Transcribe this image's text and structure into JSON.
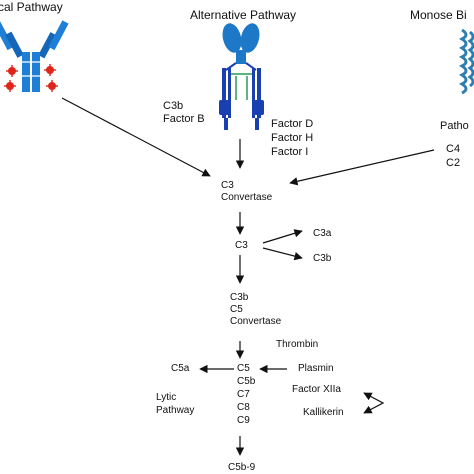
{
  "pathways": {
    "classical": "cal Pathway",
    "alternative": "Alternative Pathway",
    "lectin": "Monose Bi"
  },
  "alternative_inputs": {
    "left": [
      "C3b",
      "Factor B"
    ],
    "right": [
      "Factor D",
      "Factor H",
      "Factor I"
    ]
  },
  "lectin_inputs": {
    "partial": "Patho",
    "items": [
      "C4",
      "C2"
    ]
  },
  "nodes": {
    "c3_convertase": [
      "C3",
      "Convertase"
    ],
    "c3": "C3",
    "c3a": "C3a",
    "c3b": "C3b",
    "c5_convertase": [
      "C3b",
      "C5",
      "Convertase"
    ],
    "thrombin": "Thrombin",
    "c5": "C5",
    "c5a": "C5a",
    "plasmin": "Plasmin",
    "factor_xiia": "Factor XIIa",
    "kallikerin": "Kallikerin",
    "lytic": [
      "Lytic",
      "Pathway"
    ],
    "terminal": [
      "C5b",
      "C7",
      "C8",
      "C9"
    ],
    "c5b9": "C5b-9"
  },
  "colors": {
    "antibody_blue": "#1f7fd6",
    "antibody_dark": "#1565b8",
    "receptor_blue": "#1a3fb0",
    "receptor_head": "#1e78c8",
    "complement_red": "#e0251b",
    "lectin_teal": "#2e7fb0",
    "arrow": "#111111"
  },
  "icons": [
    "antibody-icon",
    "alternative-receptor-icon",
    "lectin-icon"
  ]
}
